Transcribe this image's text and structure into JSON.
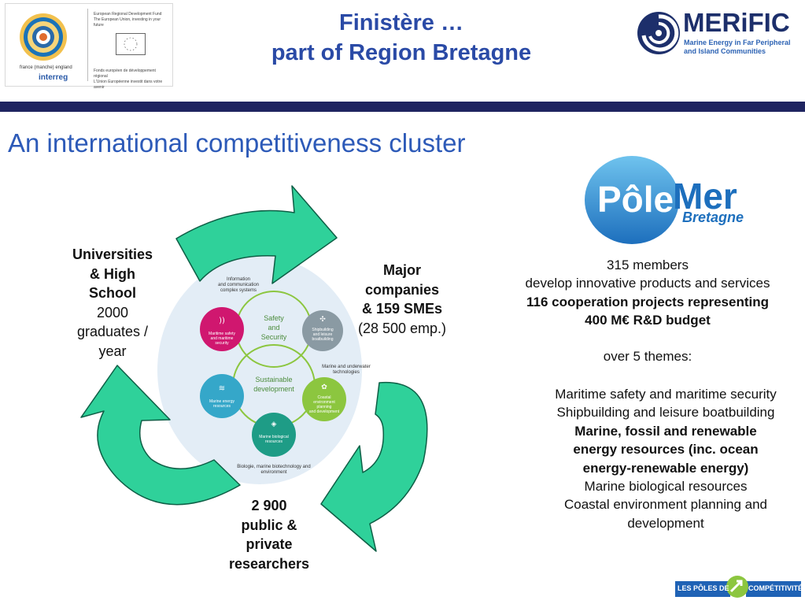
{
  "header": {
    "title_line1": "Finistère …",
    "title_line2": "part of Region Bretagne",
    "merific_name": "MERiFIC",
    "merific_tagline_line1": "Marine Energy in Far Peripheral",
    "merific_tagline_line2": "and Island Communities",
    "interreg_word": "interreg",
    "interreg_sub": "france (manche) england",
    "fund_line1": "European Regional Development Fund",
    "fund_line2": "The European Union, investing in your future",
    "fund_line3": "Fonds européen de développement régional",
    "fund_line4": "L'Union Européenne investit dans votre avenir"
  },
  "subtitle": "An international competitiveness cluster",
  "pole_mer": {
    "pole": "Pôle",
    "mer": "Mer",
    "region": "Bretagne"
  },
  "cluster": {
    "universities": {
      "title_lines": [
        "Universities",
        "& High",
        "School"
      ],
      "detail_lines": [
        "2000",
        "graduates /",
        "year"
      ]
    },
    "companies": {
      "title_lines": [
        "Major",
        "companies",
        "& 159 SMEs"
      ],
      "detail_lines": [
        "(28 500 emp.)"
      ]
    },
    "researchers": {
      "title_lines": [
        "2 900",
        "public &",
        "private",
        "researchers"
      ]
    }
  },
  "diagram": {
    "center_top": "Safety and Security",
    "center_bottom": "Sustainable development",
    "label_info": "Information and communication complex systems",
    "label_marine": "Marine and underwater technologies",
    "label_bio": "Biologie, marine biotechnology and environment",
    "circle_safety": "Maritime safety and maritime security",
    "circle_ship": "Shipbuilding and leisure boatbuilding",
    "circle_energy": "Marine energy resources",
    "circle_coastal": "Coastal environment planning and development",
    "circle_bio": "Marine biological resources",
    "colors": {
      "arrow": "#2fd19a",
      "arrow_stroke": "#0e5f46",
      "blob": "#e3edf6",
      "safety": "#d0176f",
      "ship": "#8a9aa3",
      "energy": "#35a7c9",
      "coastal": "#8cc63f",
      "bio": "#1e9c86"
    }
  },
  "facts": {
    "members": "315 members",
    "develop": "develop innovative products and services",
    "projects": "116 cooperation projects representing",
    "budget": "400 M€ R&D budget",
    "themes_intro": "over 5 themes:"
  },
  "themes": [
    {
      "text": "Maritime safety and maritime security",
      "bold": false
    },
    {
      "text": "Shipbuilding and leisure boatbuilding",
      "bold": false
    },
    {
      "text": "Marine, fossil and renewable",
      "bold": true
    },
    {
      "text": "energy resources (inc. ocean",
      "bold": true
    },
    {
      "text": "energy-renewable energy)",
      "bold": true
    },
    {
      "text": "Marine biological resources",
      "bold": false
    },
    {
      "text": "Coastal environment planning and",
      "bold": false
    },
    {
      "text": "development",
      "bold": false
    }
  ],
  "footer": {
    "poles_left": "LES PÔLES DE",
    "poles_right": "COMPÉTITIVITÉ"
  }
}
